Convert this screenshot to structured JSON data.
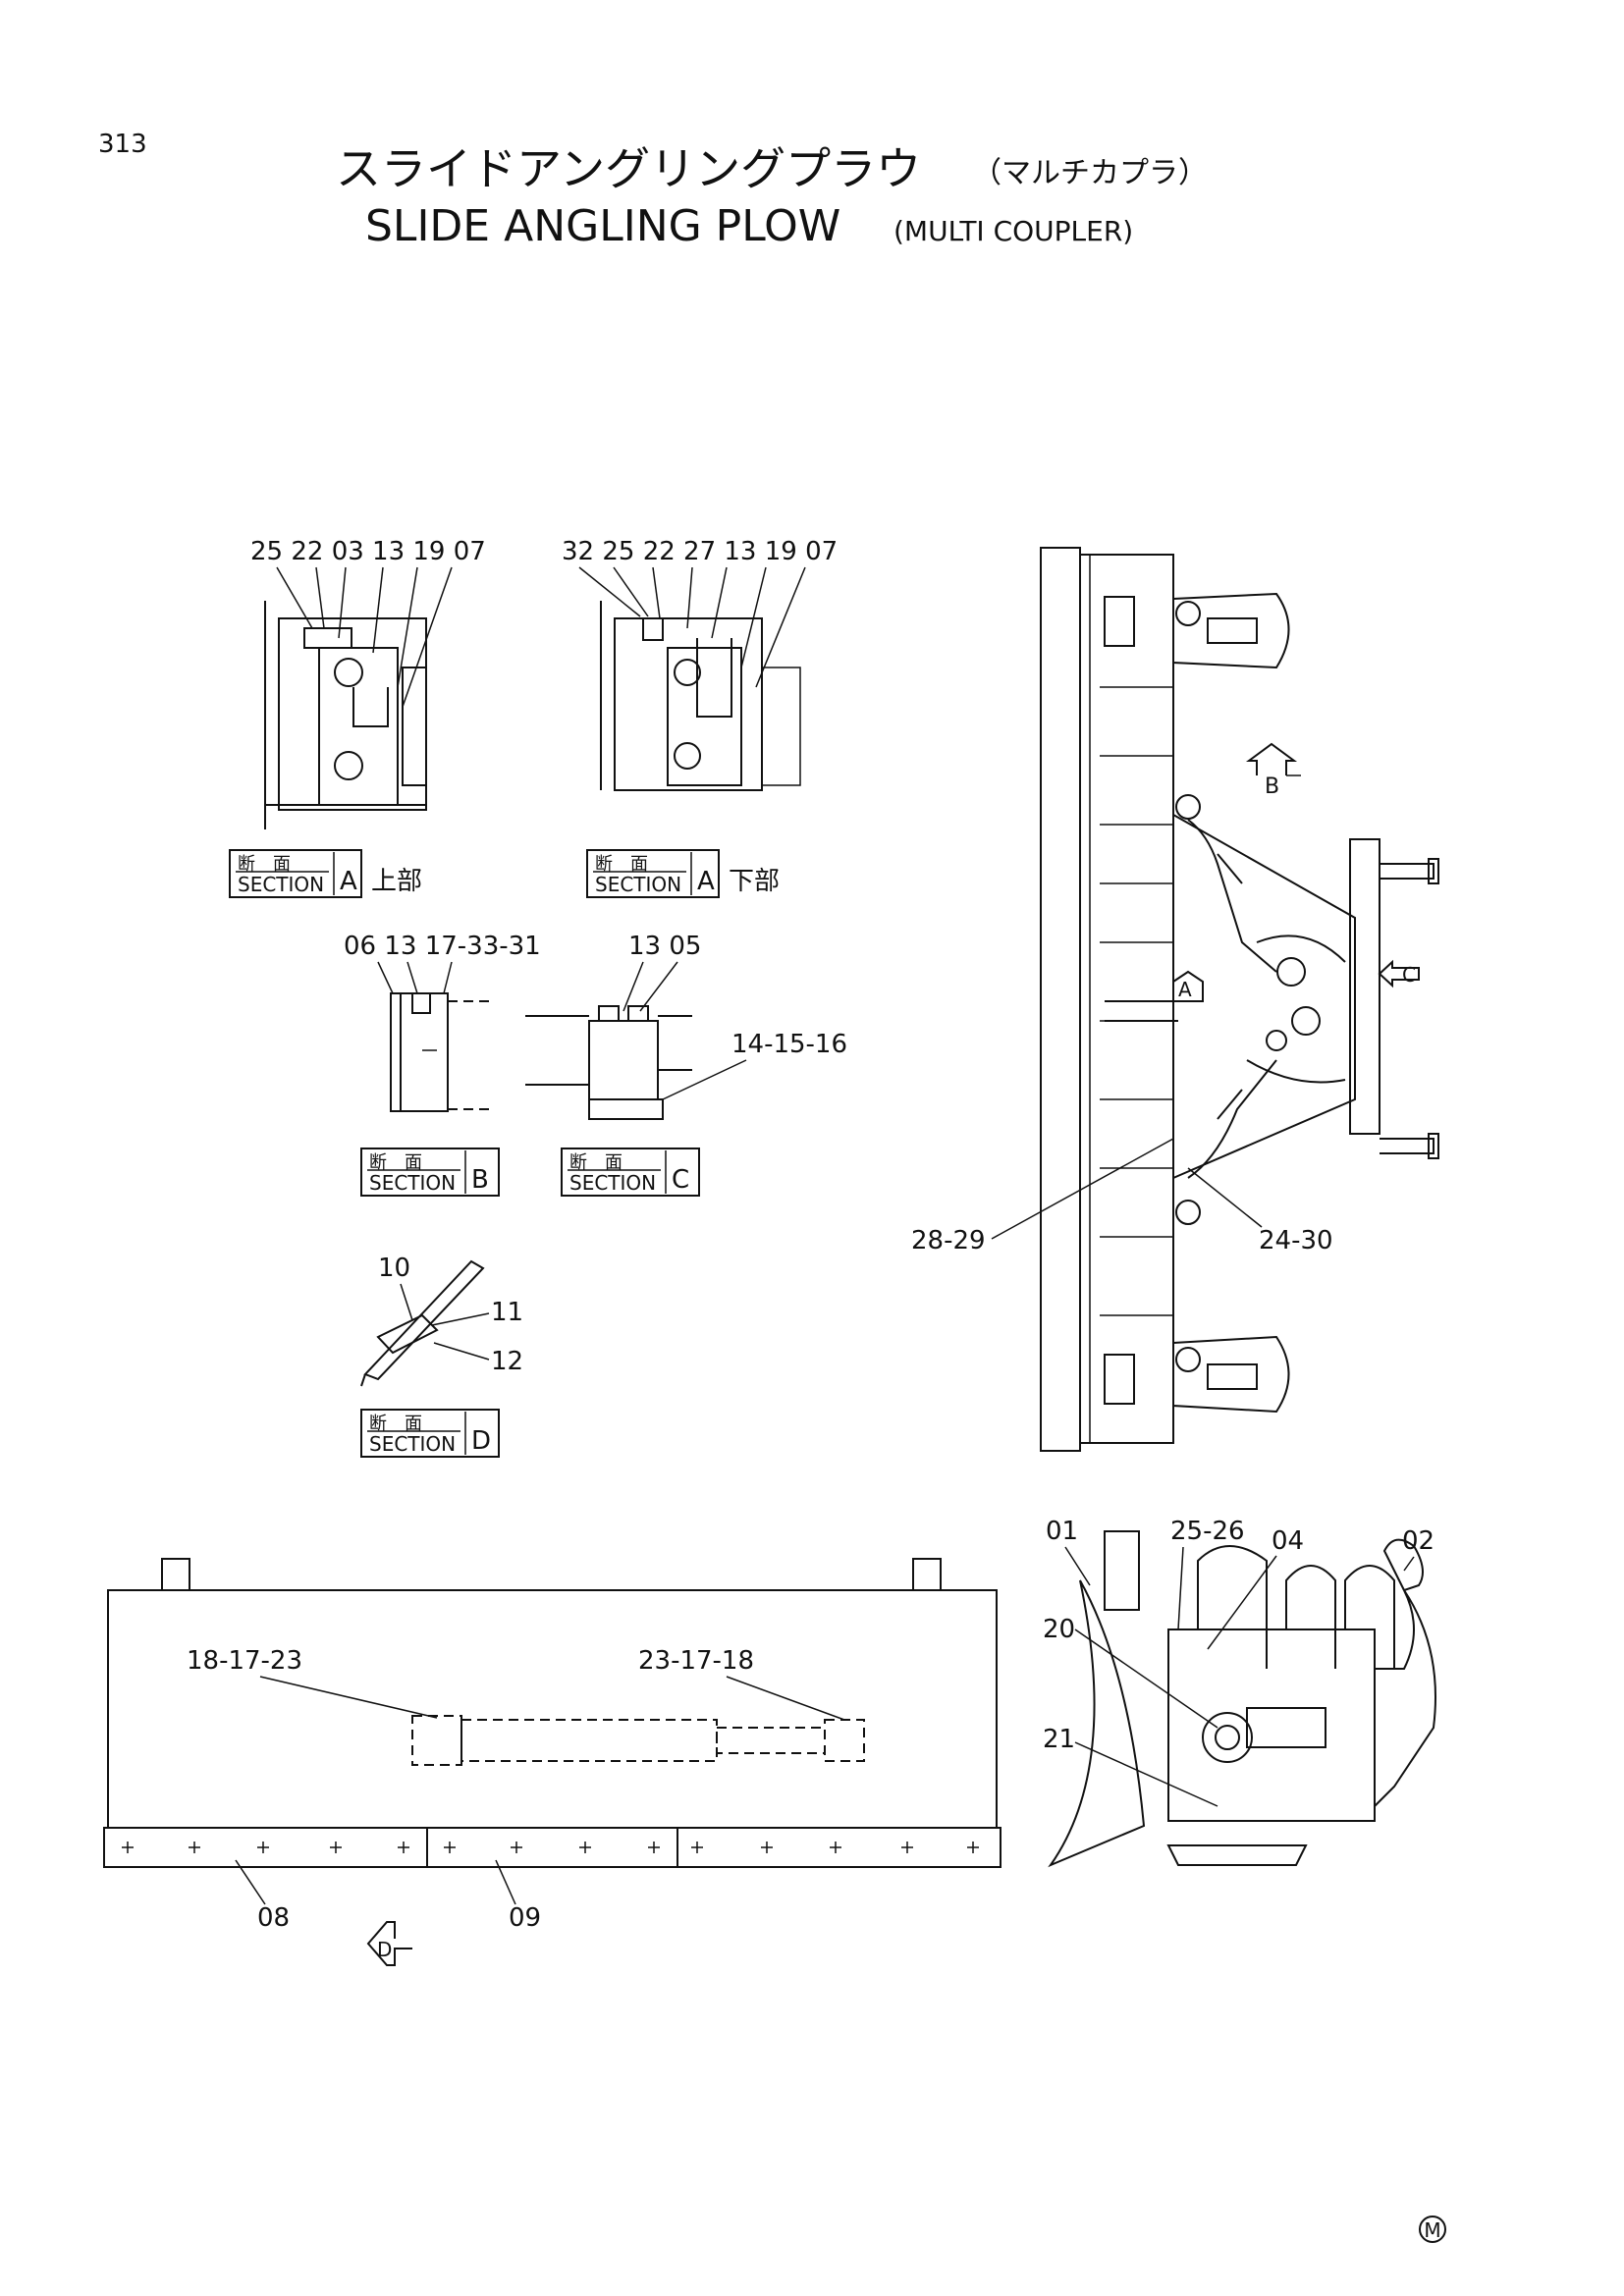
{
  "page_number": "313",
  "title_ja": "スライドアングリングプラウ",
  "title_ja_sub": "（マルチカプラ）",
  "title_en": "SLIDE ANGLING PLOW",
  "title_en_sub": "(MULTI COUPLER)",
  "mark": "M",
  "section_kanji": "断　面",
  "section_word": "SECTION",
  "sections": [
    {
      "letter": "A",
      "note": "上部"
    },
    {
      "letter": "A",
      "note": "下部"
    },
    {
      "letter": "B",
      "note": ""
    },
    {
      "letter": "C",
      "note": ""
    },
    {
      "letter": "D",
      "note": ""
    }
  ],
  "view_arrows": [
    "B",
    "A",
    "C",
    "D"
  ],
  "callouts": {
    "secA_upper": "25 22 03 13 19 07",
    "secA_lower": "32 25 22 27 13 19 07",
    "secB": "06 13  17-33-31",
    "secC": "13 05",
    "c_14_15_16": "14-15-16",
    "c_10": "10",
    "c_11": "11",
    "c_12": "12",
    "c_28_29": "28-29",
    "c_24_30": "24-30",
    "c_18_17_23": "18-17-23",
    "c_23_17_18": "23-17-18",
    "c_08": "08",
    "c_09": "09",
    "c_01": "01",
    "c_25_26": "25-26",
    "c_04": "04",
    "c_02": "02",
    "c_20": "20",
    "c_21": "21"
  }
}
